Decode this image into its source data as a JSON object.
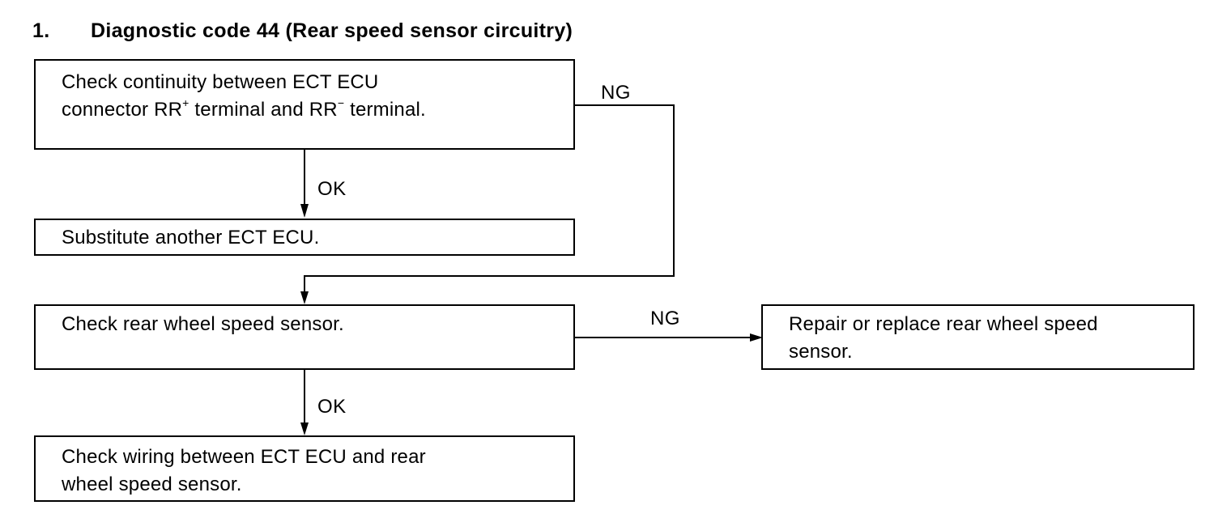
{
  "heading": {
    "number": "1.",
    "title": "Diagnostic code 44 (Rear speed sensor circuitry)"
  },
  "boxes": {
    "check_continuity": {
      "line1": "Check continuity between ECT ECU",
      "line2_pre": "connector RR",
      "line2_sup1": "+",
      "line2_mid": " terminal and RR",
      "line2_sup2": "−",
      "line2_post": " terminal."
    },
    "substitute_ecu": {
      "line1": "Substitute another ECT ECU."
    },
    "check_sensor": {
      "line1": "Check rear wheel speed sensor."
    },
    "repair_sensor": {
      "line1": "Repair or replace rear wheel speed",
      "line2": "sensor."
    },
    "check_wiring": {
      "line1": "Check wiring between ECT ECU and rear",
      "line2": "wheel speed sensor."
    }
  },
  "labels": {
    "ng_top": "NG",
    "ok_top": "OK",
    "ng_right": "NG",
    "ok_bottom": "OK"
  }
}
